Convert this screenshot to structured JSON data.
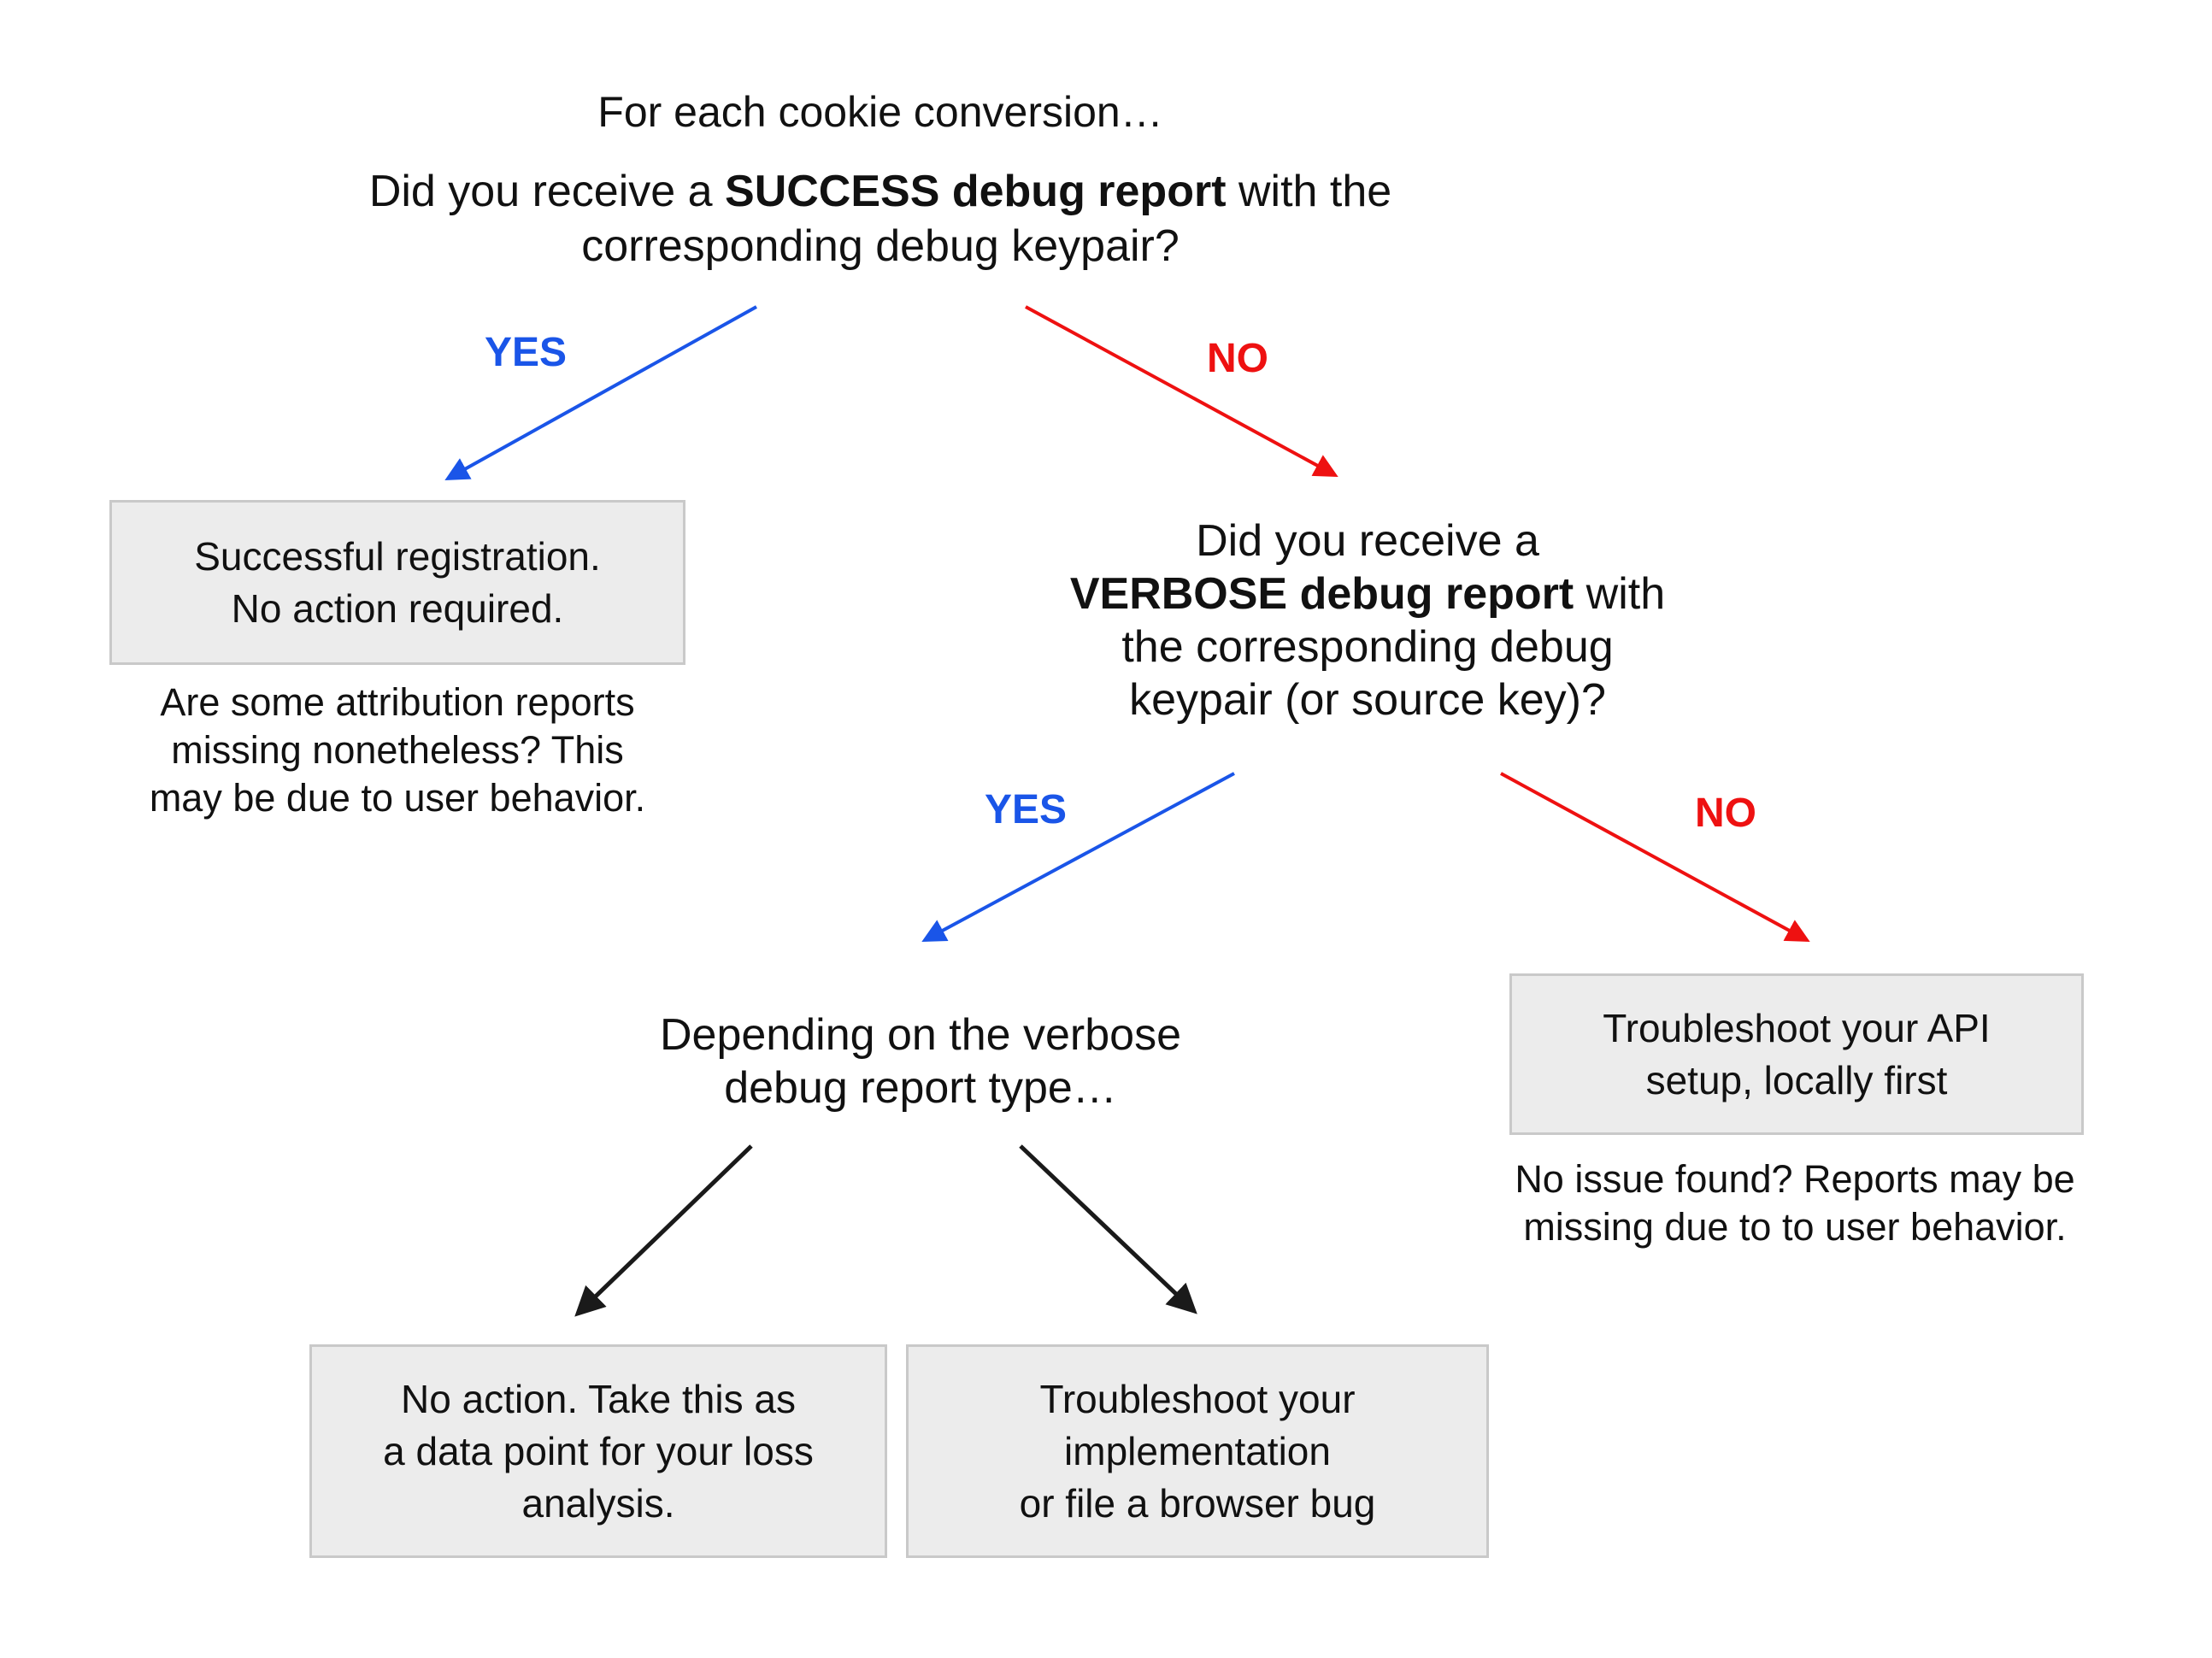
{
  "diagram": {
    "colors": {
      "yes": "#1a55e8",
      "no": "#ee1111",
      "arrow": "#1a1a1a",
      "box_fill": "#ececec",
      "box_border": "#c9c9c9",
      "text": "#111111"
    },
    "intro": "For each cookie conversion…",
    "q1": {
      "line1_pre": "Did you receive a ",
      "line1_bold": "SUCCESS debug report",
      "line1_post": " with the",
      "line2": "corresponding debug keypair?"
    },
    "labels": {
      "yes1": "YES",
      "no1": "NO",
      "yes2": "YES",
      "no2": "NO"
    },
    "box_success": {
      "line1": "Successful registration.",
      "line2": "No action required."
    },
    "note_success": {
      "line1": "Are some attribution reports",
      "line2": "missing nonetheless? This",
      "line3": "may be due to user behavior."
    },
    "q2": {
      "line1": "Did you receive a",
      "line2_bold": "VERBOSE debug report",
      "line2_post": " with",
      "line3": "the corresponding debug",
      "line4": "keypair (or source key)?"
    },
    "depending": {
      "line1": "Depending on the verbose",
      "line2": "debug report type…"
    },
    "box_api": {
      "line1": "Troubleshoot your API",
      "line2": "setup, locally first"
    },
    "note_api": {
      "line1": "No issue found? Reports may be",
      "line2": "missing due to to user behavior."
    },
    "box_no_action": {
      "line1": "No action. Take this as",
      "line2": "a data point for your loss",
      "line3": "analysis."
    },
    "box_implementation": {
      "line1": "Troubleshoot your",
      "line2": "implementation",
      "line3": "or file a browser bug"
    }
  }
}
